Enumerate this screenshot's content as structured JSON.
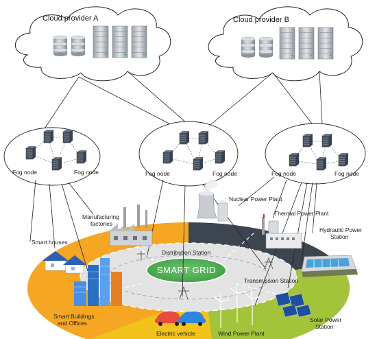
{
  "clouds": [
    {
      "title": "Cloud provider A"
    },
    {
      "title": "Cloud provider B"
    }
  ],
  "fog_clusters": [
    {
      "labels": [
        "Fog node",
        "Fog node"
      ]
    },
    {
      "labels": [
        "Fog node",
        "Fog node"
      ]
    },
    {
      "labels": [
        "Fog node",
        "Fog node"
      ]
    }
  ],
  "smart_grid": {
    "title": "SMART GRID"
  },
  "grid_labels": {
    "manufacturing": "Manufacturing\nfactories",
    "smart_houses": "Smart houses",
    "smart_buildings": "Smart Buildings\nand Offices",
    "electric_vehicle": "Electric vehicle",
    "wind_power": "Wind Power Plant",
    "solar_power": "Solar Power\nStation",
    "nuclear_power": "Nuclear Power Plant",
    "thermal_power": "Thermal Power Plant",
    "hydraulic_power": "Hydraulic Power\nStation",
    "distribution_station": "Distribution Station",
    "transmission_station": "Transmission Station"
  },
  "colors": {
    "ring_orange": "#f5a623",
    "ring_dark": "#3d4550",
    "ring_green": "#a3c43a",
    "inner_gray": "#e3e3e3",
    "center_green": "#4caf50",
    "server_dark": "#4b5563"
  }
}
